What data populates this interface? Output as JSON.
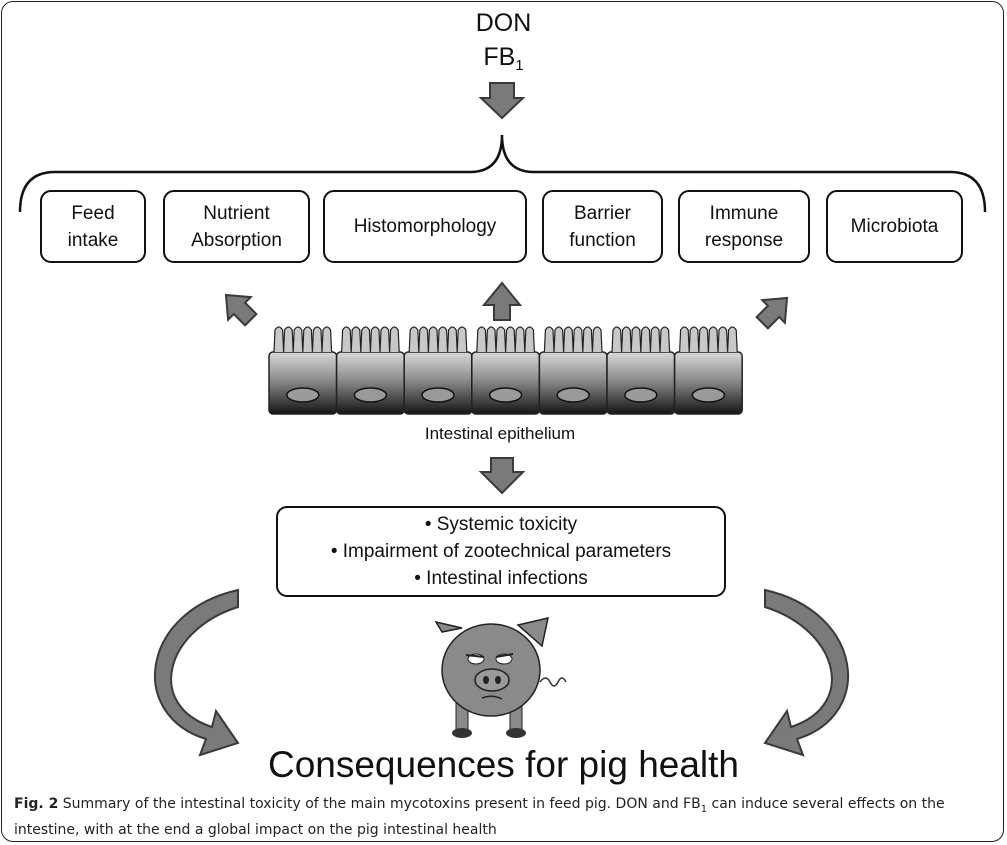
{
  "toxins": {
    "line1": "DON",
    "line2_main": "FB",
    "line2_sub": "1"
  },
  "effects": [
    {
      "line1": "Feed",
      "line2": "intake"
    },
    {
      "line1": "Nutrient",
      "line2": "Absorption"
    },
    {
      "line1": "Histomorphology",
      "line2": ""
    },
    {
      "line1": "Barrier",
      "line2": "function"
    },
    {
      "line1": "Immune",
      "line2": "response"
    },
    {
      "line1": "Microbiota",
      "line2": ""
    }
  ],
  "epithelium_label": "Intestinal epithelium",
  "consequences": [
    "• Systemic toxicity",
    "• Impairment of zootechnical parameters",
    "• Intestinal infections"
  ],
  "health_title": "Consequences for pig health",
  "caption": {
    "label": "Fig. 2",
    "text_before_sub": " Summary of the intestinal toxicity of the main mycotoxins present in feed pig. DON and FB",
    "sub": "1",
    "text_after_sub": " can induce several effects on the intestine, with at the end a global impact on the pig intestinal health"
  },
  "colors": {
    "arrow_fill": "#7a7a7a",
    "arrow_stroke": "#3a3a3a",
    "pig": "#8a8a8a",
    "cell_top": "#d0d0d0",
    "cell_bottom": "#1a1a1a"
  }
}
